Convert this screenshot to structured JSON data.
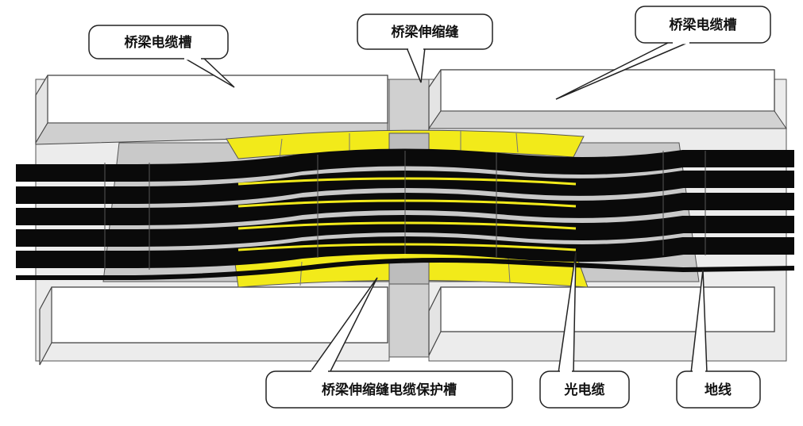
{
  "labels": {
    "bridge_trough_left": "桥梁电缆槽",
    "expansion_joint": "桥梁伸缩缝",
    "bridge_trough_right": "桥梁电缆槽",
    "joint_protection_trough": "桥梁伸缩缝电缆保护槽",
    "optical_cable": "光电缆",
    "ground_wire": "地线"
  },
  "colors": {
    "trough_yellow": "#f2ea1a",
    "cable_black": "#0a0a0a",
    "block_white": "#ffffff",
    "block_side": "#e4e4e4",
    "frame_gray": "#d6d6d6",
    "joint_gray": "#bfbfbf",
    "outline": "#333333"
  }
}
